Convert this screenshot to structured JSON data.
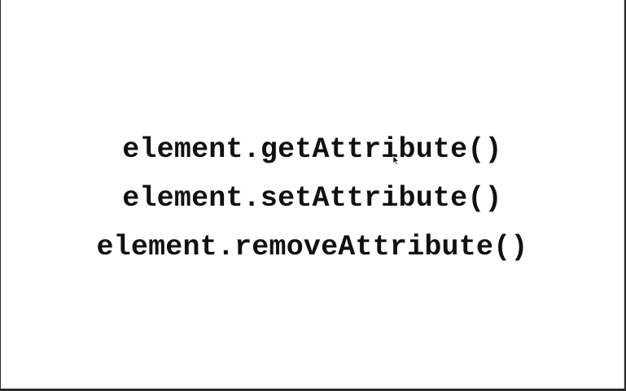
{
  "slide": {
    "lines": [
      "element.getAttribute()",
      "element.setAttribute()",
      "element.removeAttribute()"
    ]
  },
  "colors": {
    "background": "#ffffff",
    "text": "#111111",
    "frame": "#2b2b2b"
  },
  "icons": {
    "cursor": "mouse-pointer-icon"
  }
}
